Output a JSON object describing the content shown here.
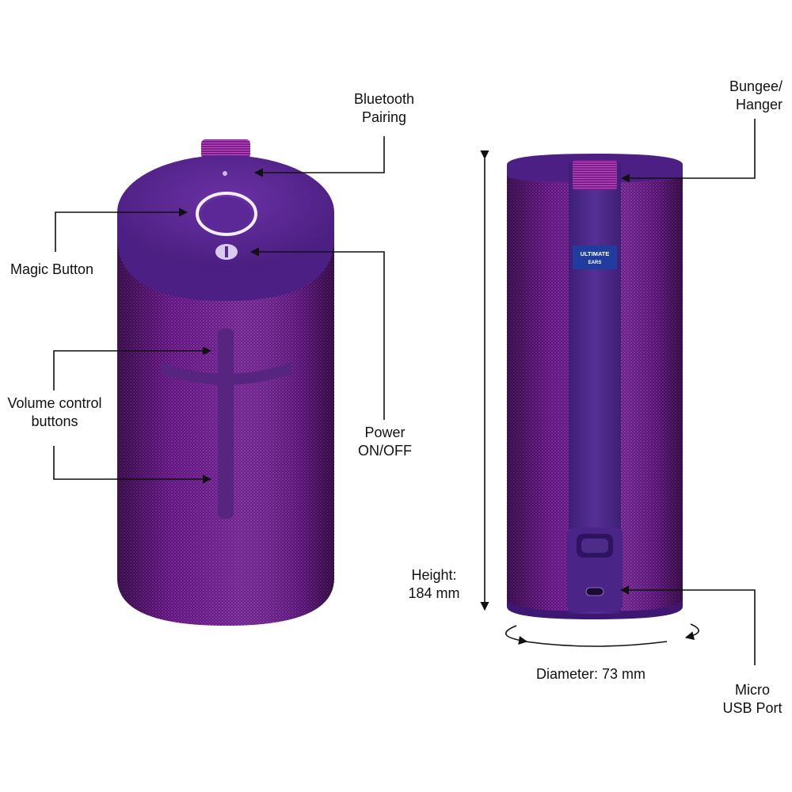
{
  "colors": {
    "fabric_dark": "#4a1470",
    "fabric_mid": "#6a1c8e",
    "fabric_light": "#8e2aa8",
    "cap": "#5a2690",
    "strap": "#4e2a8c",
    "ring_glow": "#f4eefc",
    "badge": "#1f3c9e",
    "line": "#111111"
  },
  "labels": {
    "bluetooth": [
      "Bluetooth",
      "Pairing"
    ],
    "magic": "Magic Button",
    "volume": [
      "Volume control",
      "buttons"
    ],
    "power": [
      "Power",
      "ON/OFF"
    ],
    "bungee": [
      "Bungee/",
      "Hanger"
    ],
    "height": [
      "Height:",
      "184 mm"
    ],
    "diameter": "Diameter: 73 mm",
    "usb": [
      "Micro",
      "USB Port"
    ]
  },
  "badge": [
    "ULTIMATE",
    "EARS"
  ]
}
